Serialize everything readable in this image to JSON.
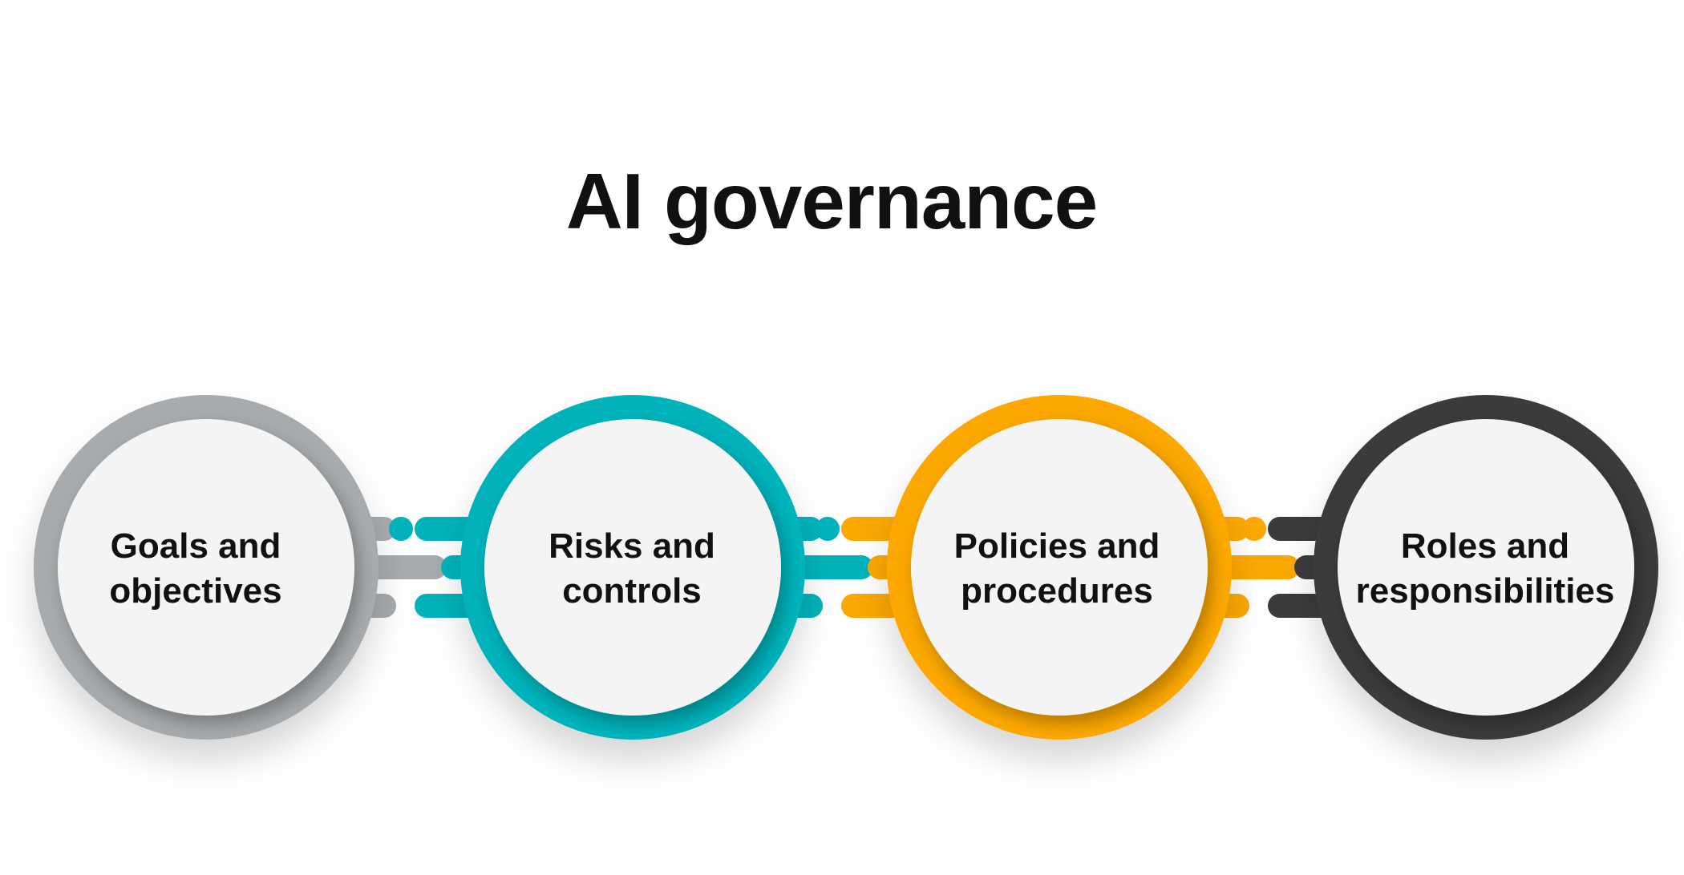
{
  "title": "AI governance",
  "nodes": [
    {
      "line1": "Goals and",
      "line2": "objectives",
      "color": "#a7abad"
    },
    {
      "line1": "Risks and",
      "line2": "controls",
      "color": "#00b3bb"
    },
    {
      "line1": "Policies and",
      "line2": "procedures",
      "color": "#fca803"
    },
    {
      "line1": "Roles and",
      "line2": "responsibilities",
      "color": "#3b3b3d"
    }
  ],
  "inner_fill": "#f3f4f3"
}
